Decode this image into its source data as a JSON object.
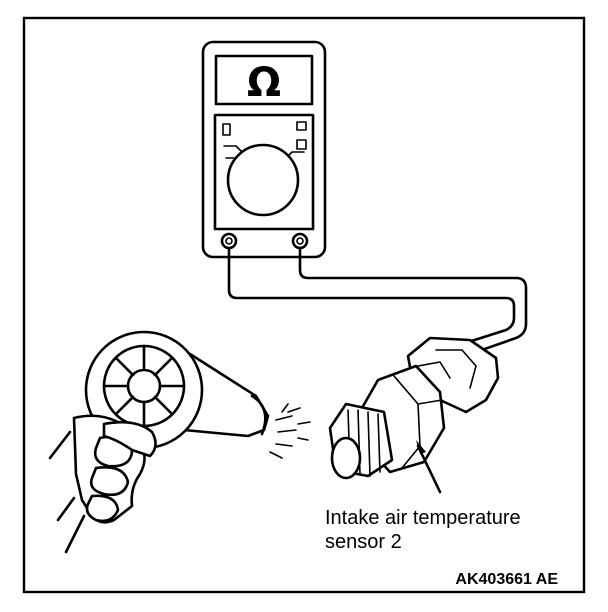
{
  "meter": {
    "display_symbol": "Ω"
  },
  "labels": {
    "sensor_line1": "Intake air temperature",
    "sensor_line2": "sensor 2"
  },
  "figure_code": "AK403661 AE"
}
